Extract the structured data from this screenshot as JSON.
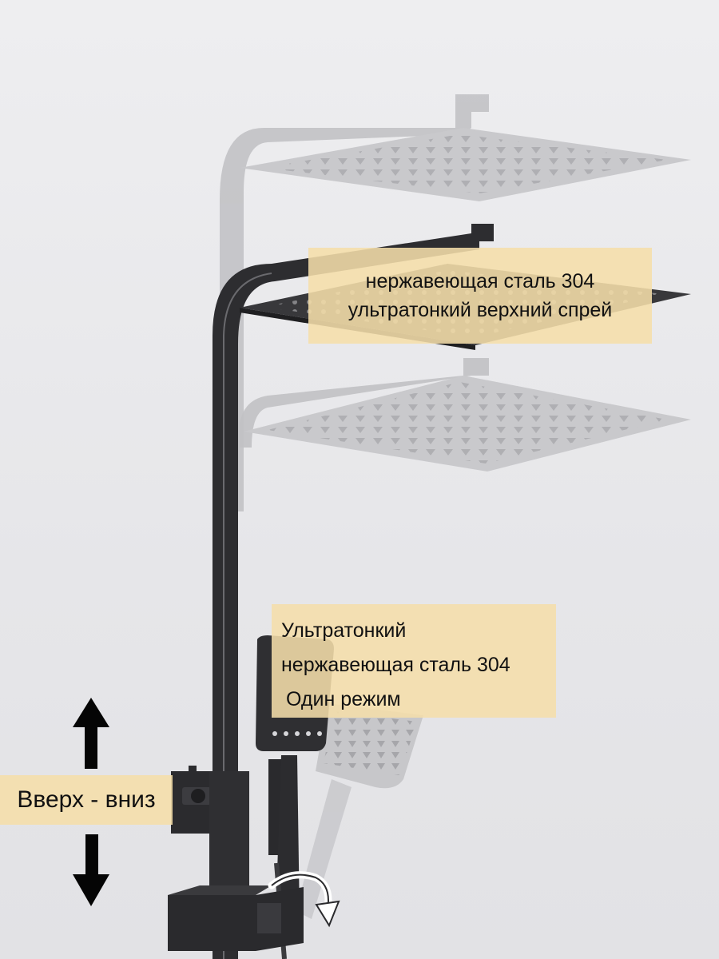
{
  "labels": {
    "top": {
      "line1": "нержавеющая сталь 304",
      "line2": "ультратонкий верхний спрей"
    },
    "hand": {
      "line1": "Ультратонкий",
      "line2": "нержавеющая сталь 304",
      "line3": "Один режим"
    },
    "updown": "Вверх - вниз"
  },
  "colors": {
    "background": "#e9e9ec",
    "label_bg": "#f5deaa",
    "product_dark": "#2a2a2c",
    "ghost": "#b7b7ba"
  },
  "icons": [
    "up-arrow-icon",
    "down-arrow-icon",
    "rotate-arrow-icon"
  ]
}
